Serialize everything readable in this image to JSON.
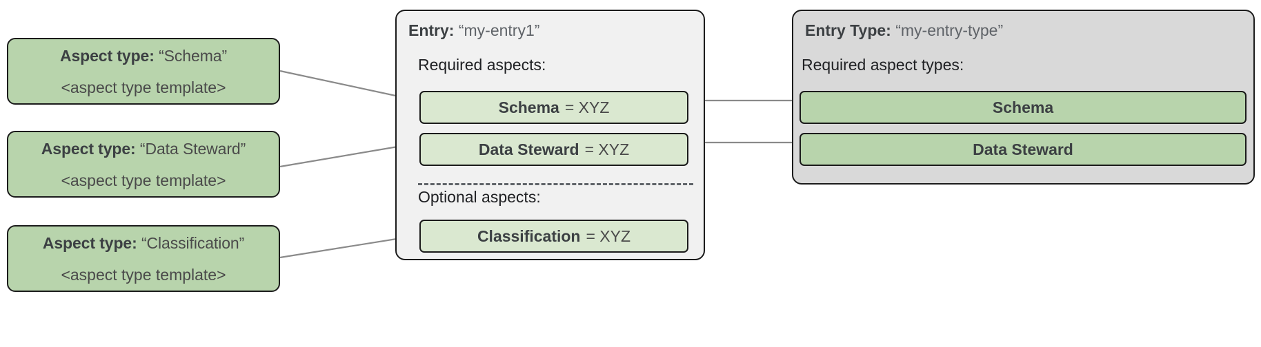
{
  "diagram": {
    "title_semantics": "Dataplex entry / entry type / aspect type relationship diagram",
    "colors": {
      "aspect_type_fill": "#b8d4ac",
      "aspect_chip_fill": "#dae8d0",
      "entry_panel_fill": "#f1f1f1",
      "entry_type_panel_fill": "#d9d9d9",
      "border": "#1b1b1b",
      "connector_line": "#8a8a8a",
      "text_primary": "#3c4043",
      "text_secondary": "#5f6368"
    }
  },
  "aspect_types": [
    {
      "key_label": "Aspect type:",
      "name": "“Schema”",
      "template": "<aspect type template>"
    },
    {
      "key_label": "Aspect type:",
      "name": "“Data Steward”",
      "template": "<aspect type template>"
    },
    {
      "key_label": "Aspect type:",
      "name": "“Classification”",
      "template": "<aspect type template>"
    }
  ],
  "entry": {
    "key_label": "Entry:",
    "name": "“my-entry1”",
    "required_label": "Required aspects:",
    "optional_label": "Optional aspects:",
    "required_aspects": [
      {
        "name": "Schema",
        "value": "= XYZ"
      },
      {
        "name": "Data Steward",
        "value": "= XYZ"
      }
    ],
    "optional_aspects": [
      {
        "name": "Classification",
        "value": "= XYZ"
      }
    ]
  },
  "entry_type": {
    "key_label": "Entry Type:",
    "name": "“my-entry-type”",
    "required_label": "Required aspect types:",
    "required_aspect_types": [
      {
        "name": "Schema"
      },
      {
        "name": "Data Steward"
      }
    ]
  }
}
